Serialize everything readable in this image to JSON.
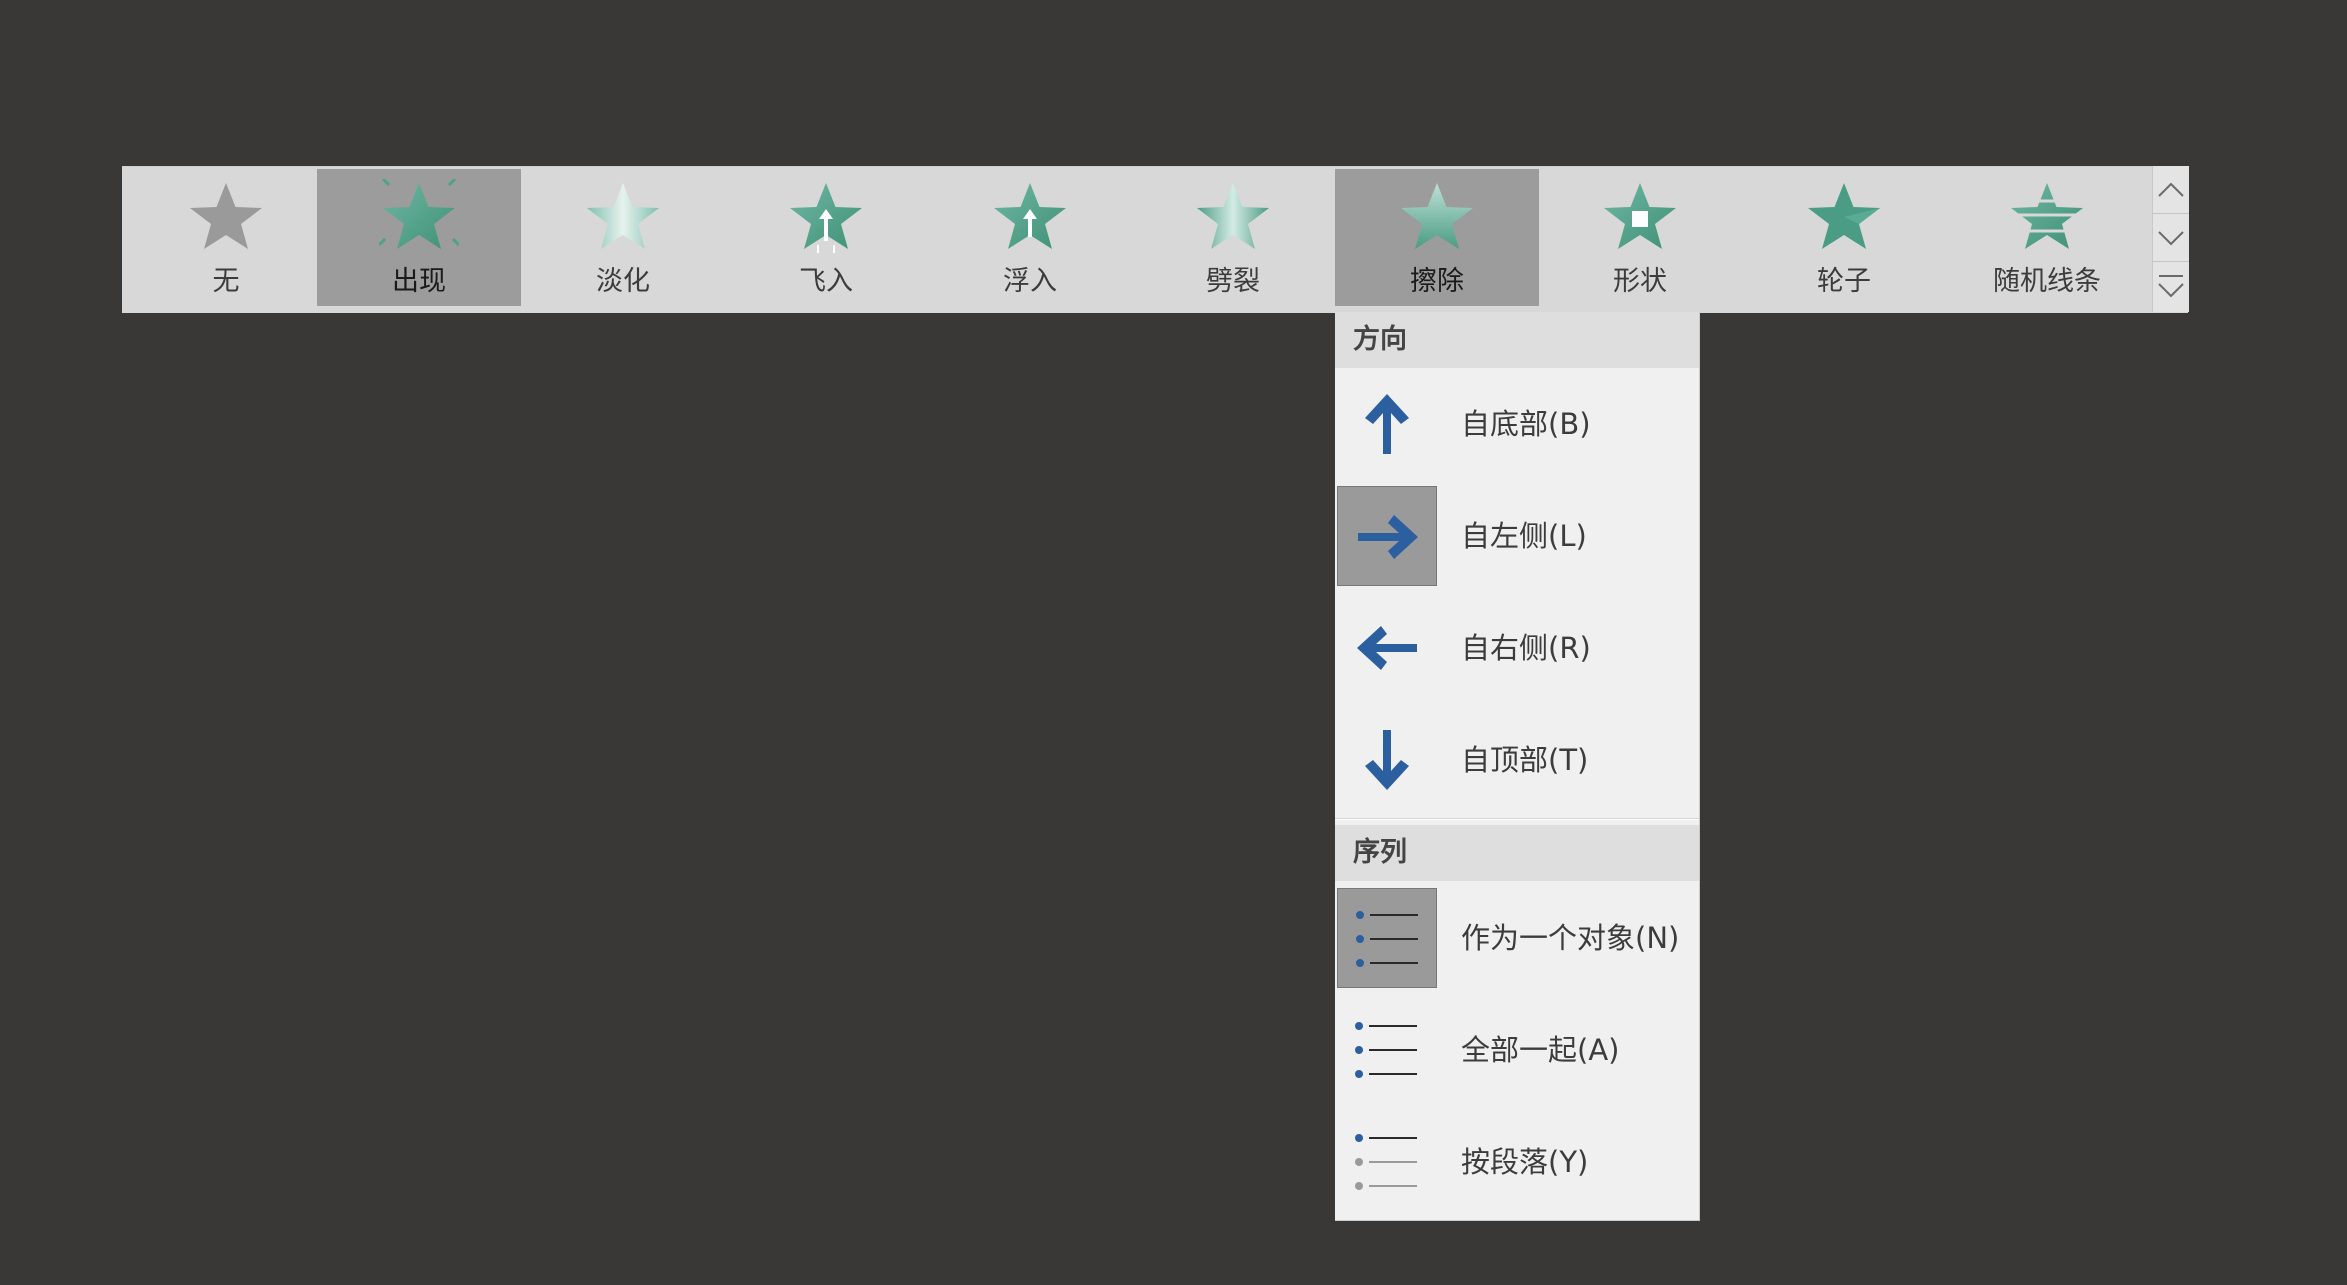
{
  "gallery": {
    "effects": [
      {
        "label": "无",
        "icon": "star-gray-icon",
        "selected": false
      },
      {
        "label": "出现",
        "icon": "star-appear-icon",
        "selected": true
      },
      {
        "label": "淡化",
        "icon": "star-fade-icon",
        "selected": false
      },
      {
        "label": "飞入",
        "icon": "star-fly-in-icon",
        "selected": false
      },
      {
        "label": "浮入",
        "icon": "star-float-in-icon",
        "selected": false
      },
      {
        "label": "劈裂",
        "icon": "star-split-icon",
        "selected": false
      },
      {
        "label": "擦除",
        "icon": "star-wipe-icon",
        "selected": true
      },
      {
        "label": "形状",
        "icon": "star-shape-icon",
        "selected": false
      },
      {
        "label": "轮子",
        "icon": "star-wheel-icon",
        "selected": false
      },
      {
        "label": "随机线条",
        "icon": "star-random-bars-icon",
        "selected": false
      }
    ]
  },
  "menu": {
    "direction": {
      "header": "方向",
      "items": [
        {
          "label": "自底部(B)",
          "icon": "arrow-up-icon",
          "checked": false
        },
        {
          "label": "自左侧(L)",
          "icon": "arrow-right-icon",
          "checked": true
        },
        {
          "label": "自右侧(R)",
          "icon": "arrow-left-icon",
          "checked": false
        },
        {
          "label": "自顶部(T)",
          "icon": "arrow-down-icon",
          "checked": false
        }
      ]
    },
    "sequence": {
      "header": "序列",
      "items": [
        {
          "label": "作为一个对象(N)",
          "icon": "bullet-list-one-object-icon",
          "checked": true
        },
        {
          "label": "全部一起(A)",
          "icon": "bullet-list-all-at-once-icon",
          "checked": false
        },
        {
          "label": "按段落(Y)",
          "icon": "bullet-list-by-paragraph-icon",
          "checked": false
        }
      ]
    }
  },
  "colors": {
    "background": "#3a3837",
    "gallery": "#d8d8d8",
    "selected": "#9c9c9c",
    "star_green": "#4fa28a",
    "arrow_blue": "#2b5fa0"
  }
}
